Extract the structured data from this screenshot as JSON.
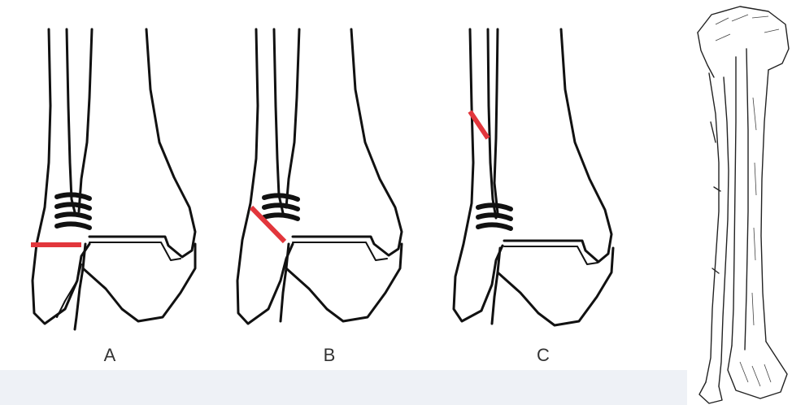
{
  "diagram": {
    "panels": [
      {
        "id": "A",
        "label": "A",
        "fracture_color": "#e2363c"
      },
      {
        "id": "B",
        "label": "B",
        "fracture_color": "#e2363c"
      },
      {
        "id": "C",
        "label": "C",
        "fracture_color": "#e2363c"
      }
    ],
    "background_color": "#eef1f6",
    "white_area_color": "#ffffff",
    "side_illustration": {
      "icon": "tibia-fibula-skeleton-drawing"
    }
  }
}
